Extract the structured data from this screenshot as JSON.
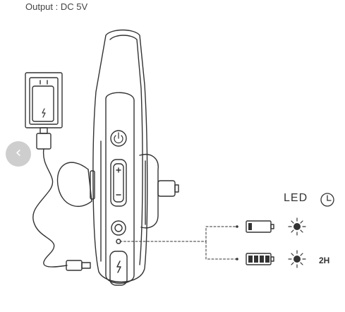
{
  "spec": {
    "output_text": "Output : DC 5V"
  },
  "led": {
    "title": "LED",
    "clock_icon": "clock-icon"
  },
  "charge_states": [
    {
      "battery_icon": "battery-low-icon",
      "led_icon": "led-blink-icon",
      "duration": ""
    },
    {
      "battery_icon": "battery-full-icon",
      "led_icon": "led-blink-icon",
      "duration": "2H"
    }
  ],
  "navigation": {
    "back_glyph": "‹",
    "back_icon": "chevron-left-icon"
  },
  "colors": {
    "line": "#333333",
    "background": "#ffffff",
    "nav_overlay": "#bebebe"
  }
}
